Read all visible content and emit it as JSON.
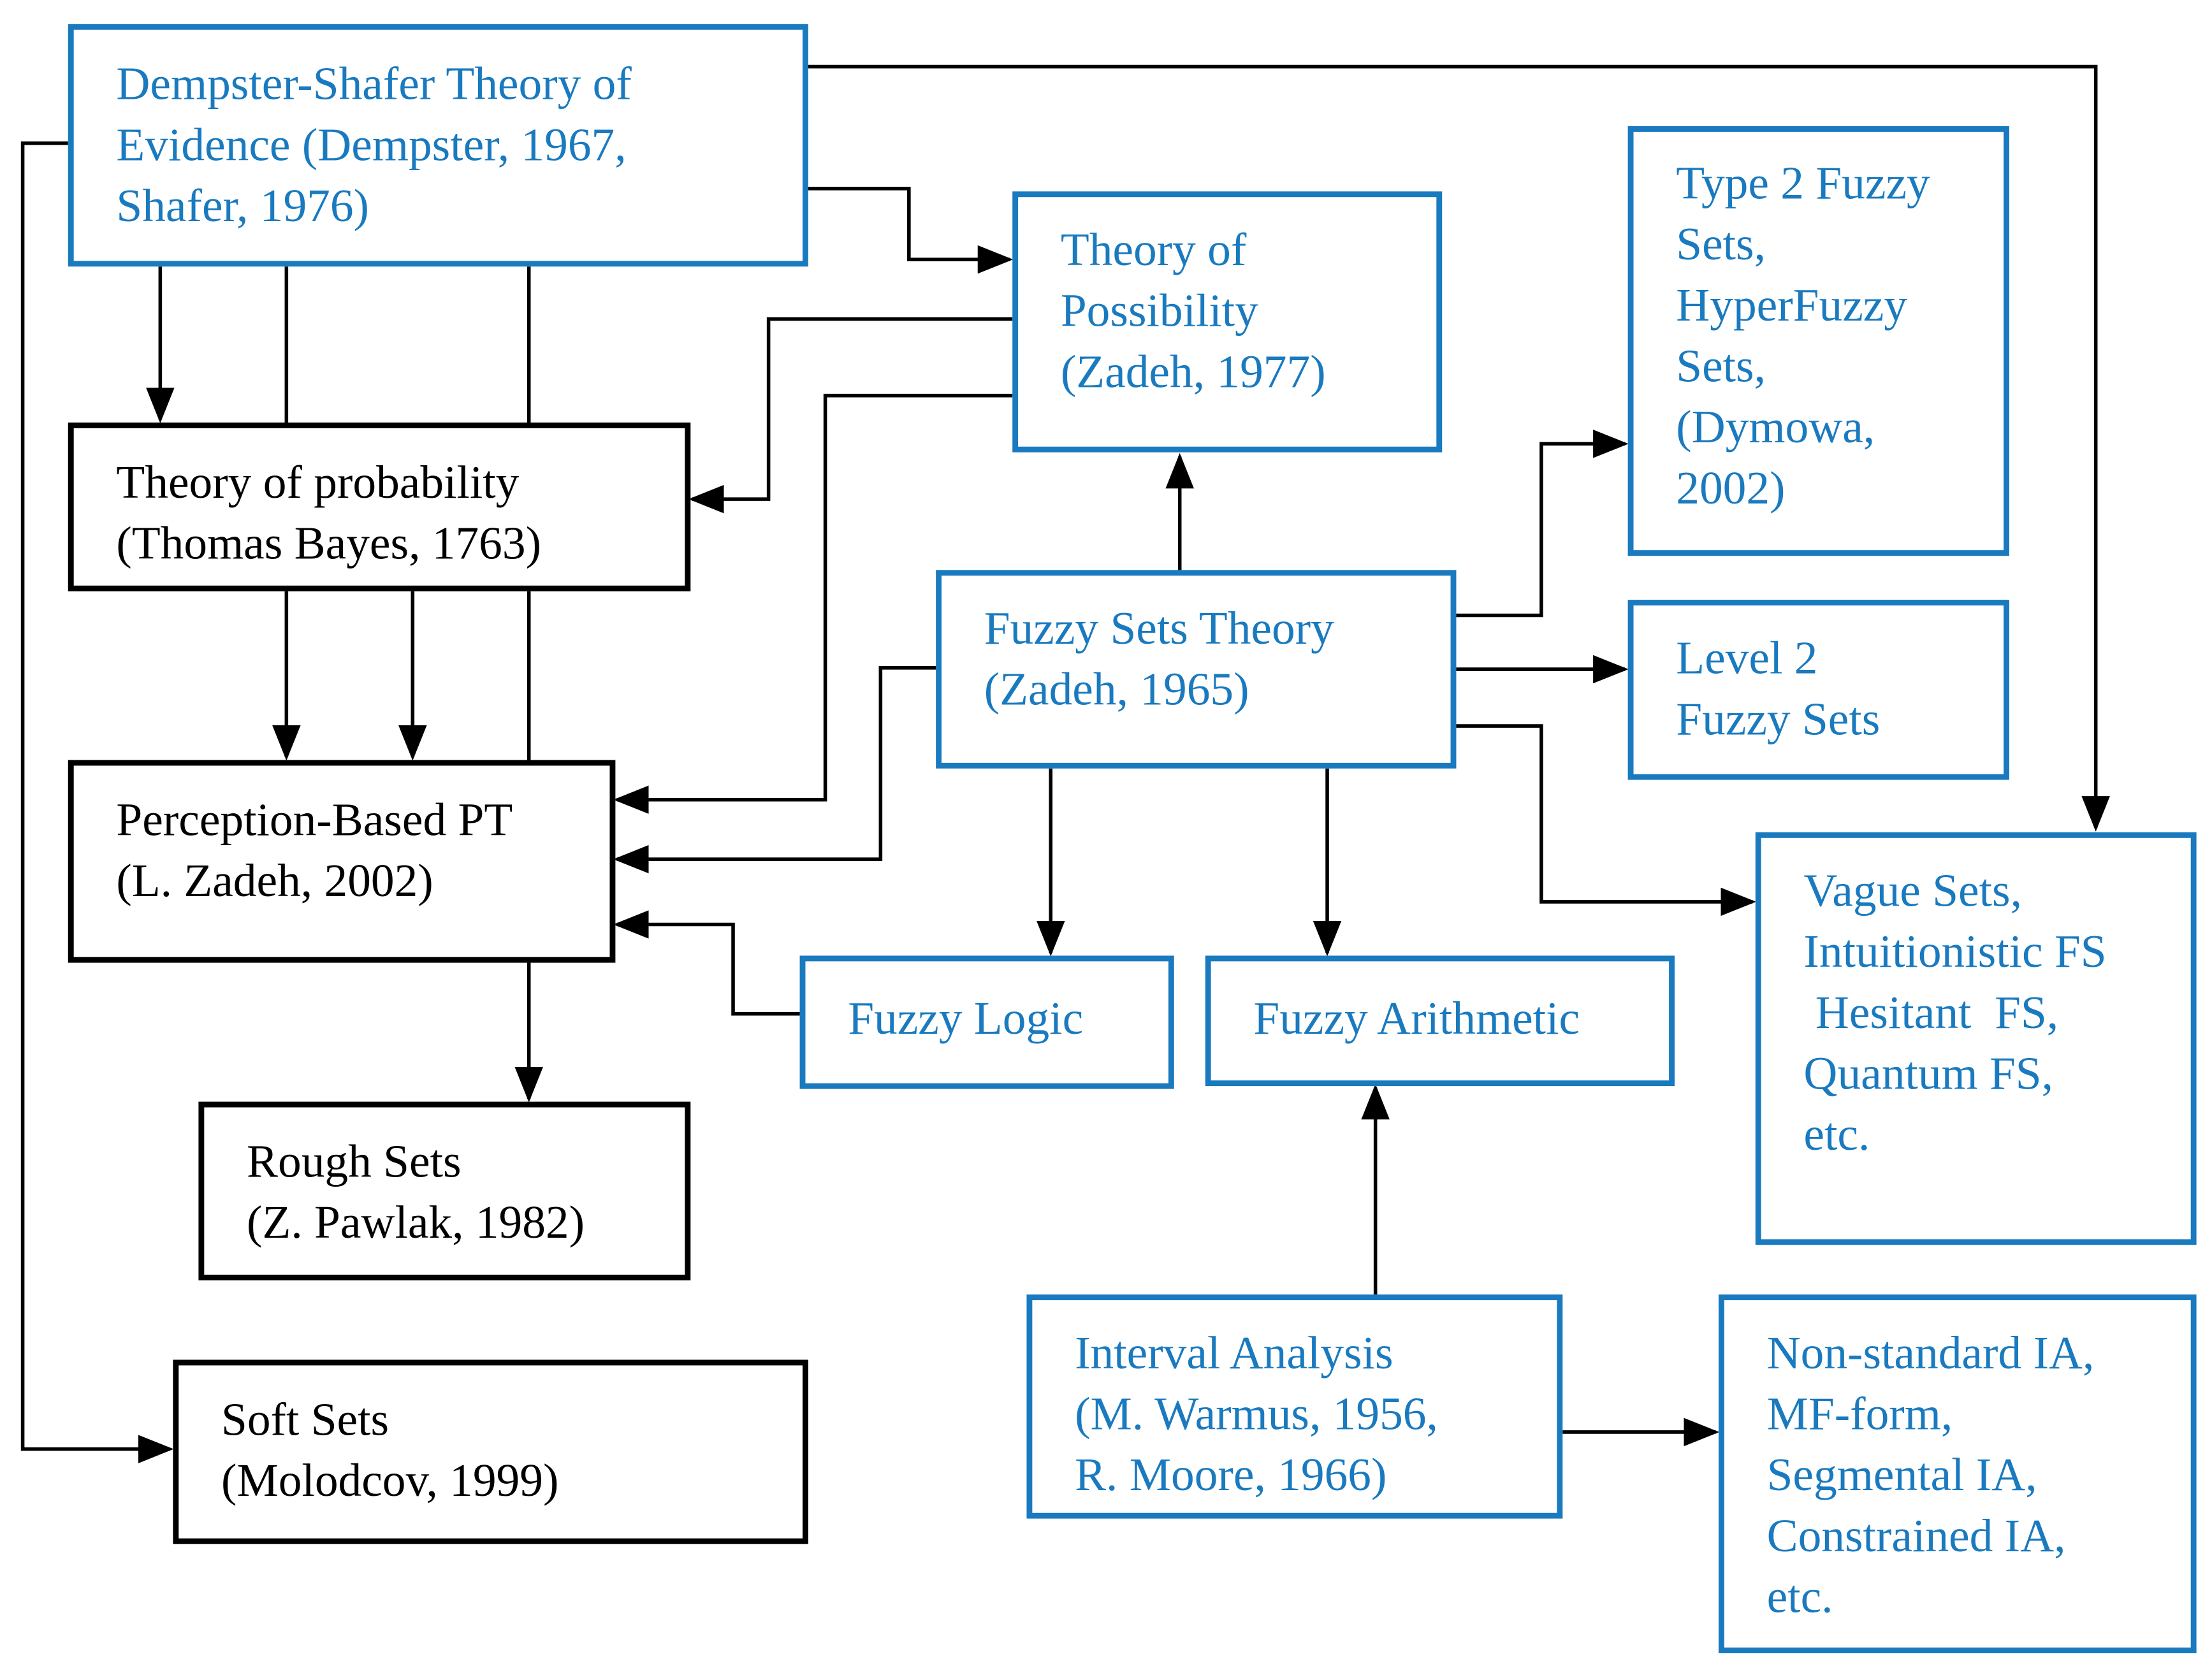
{
  "colors": {
    "blue": "#1a7abf",
    "black": "#000000"
  },
  "nodes": {
    "dempster_shafer": {
      "line1": "Dempster-Shafer Theory of",
      "line2": "Evidence (Dempster, 1967,",
      "line3": "Shafer, 1976)"
    },
    "probability": {
      "line1": "Theory of probability",
      "line2": "(Thomas Bayes, 1763)"
    },
    "possibility": {
      "line1": "Theory of",
      "line2": "Possibility",
      "line3": "(Zadeh, 1977)"
    },
    "type2": {
      "line1": "Type 2 Fuzzy",
      "line2": "Sets,",
      "line3": "HyperFuzzy",
      "line4": "Sets,",
      "line5": "(Dymowa,",
      "line6": "2002)"
    },
    "fuzzy_sets": {
      "line1": "Fuzzy Sets Theory",
      "line2": "(Zadeh, 1965)"
    },
    "level2": {
      "line1": "Level 2",
      "line2": "Fuzzy Sets"
    },
    "perception": {
      "line1": "Perception-Based PT",
      "line2": "(L. Zadeh, 2002)"
    },
    "vague": {
      "line1": "Vague Sets,",
      "line2": "Intuitionistic FS",
      "line3": " Hesitant  FS,",
      "line4": "Quantum FS,",
      "line5": "etc."
    },
    "fuzzy_logic": {
      "line1": "Fuzzy Logic"
    },
    "fuzzy_arith": {
      "line1": "Fuzzy Arithmetic"
    },
    "rough": {
      "line1": "Rough Sets",
      "line2": "(Z. Pawlak, 1982)"
    },
    "soft": {
      "line1": "Soft Sets",
      "line2": "(Molodcov, 1999)"
    },
    "interval": {
      "line1": "Interval Analysis",
      "line2": "(M. Warmus, 1956,",
      "line3": "R. Moore, 1966)"
    },
    "nonstandard": {
      "line1": "Non-standard IA,",
      "line2": "MF-form,",
      "line3": "Segmental IA,",
      "line4": "Constrained IA,",
      "line5": "etc."
    }
  }
}
